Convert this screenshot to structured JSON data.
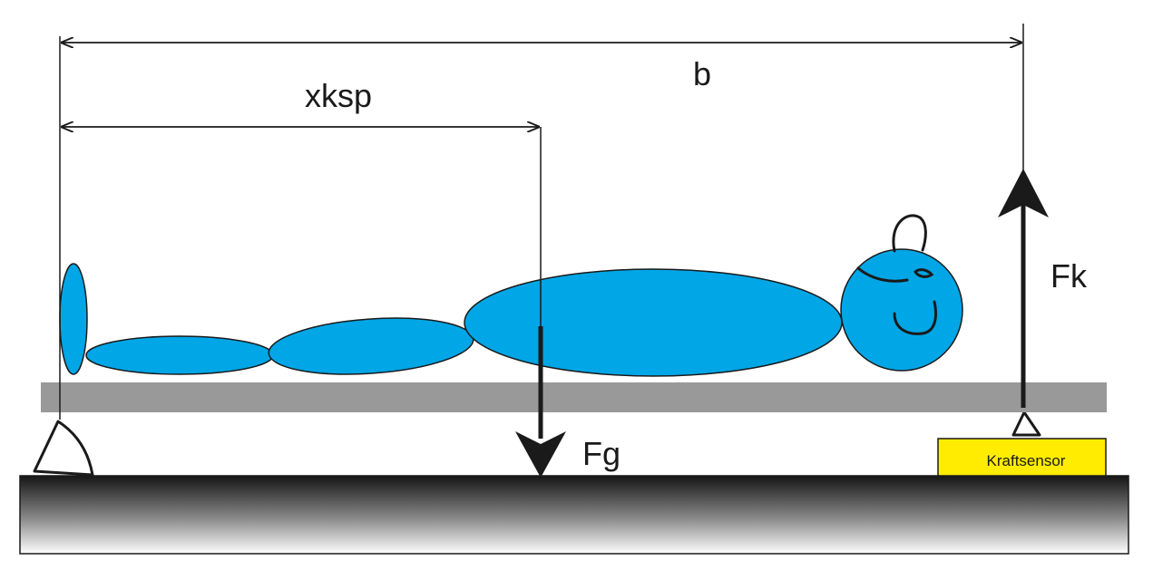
{
  "labels": {
    "dim_b": "b",
    "dim_xksp": "xksp",
    "force_fg": "Fg",
    "force_fk": "Fk",
    "sensor": "Kraftsensor"
  },
  "colors": {
    "body": "#00a6e6",
    "board": "#999999",
    "sensor": "#ffec00",
    "lines": "#1a1a1a"
  }
}
